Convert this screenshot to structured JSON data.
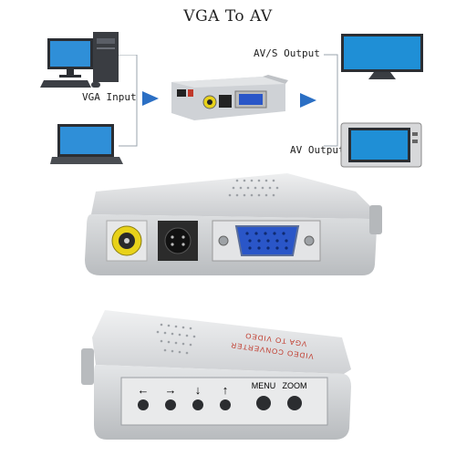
{
  "diagram": {
    "title": "VGA To AV",
    "vga_input_label": "VGA Input",
    "avs_output_label": "AV/S Output",
    "av_output_label": "AV Output"
  },
  "device_text": {
    "top_label": "VIDEO CONVERTER",
    "model_label": "VGA TO VIDEO",
    "buttons": [
      {
        "name": "left",
        "label": "←"
      },
      {
        "name": "right",
        "label": "→"
      },
      {
        "name": "down",
        "label": "↓"
      },
      {
        "name": "up",
        "label": "↑"
      },
      {
        "name": "menu",
        "label": "MENU"
      },
      {
        "name": "zoom",
        "label": "ZOOM"
      }
    ]
  },
  "colors": {
    "device_silver": "#d9dadb",
    "rca_yellow": "#e8d21a",
    "vga_blue": "#2a56c8",
    "arrow_blue": "#2b6fc4",
    "screen_blue": "#1f8fd6"
  }
}
